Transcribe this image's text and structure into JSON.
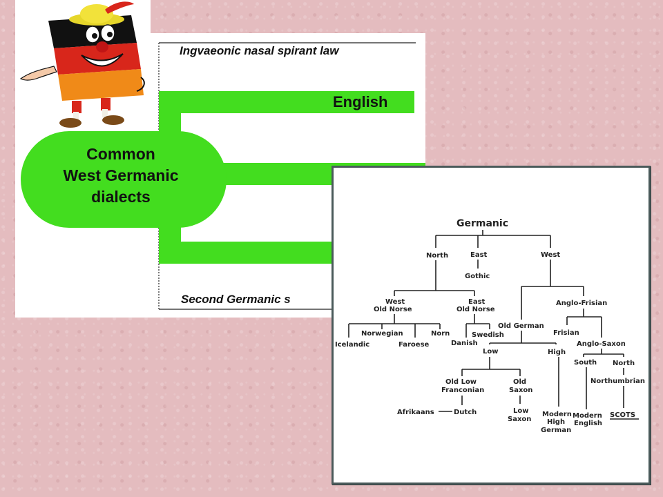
{
  "slide": {
    "west_germanic": {
      "top_law": "Ingvaeonic nasal spirant law",
      "english_label": "English",
      "common_label_lines": [
        "Common",
        "West Germanic",
        "dialects"
      ],
      "bottom_law": "Second Germanic s",
      "colors": {
        "branch_green": "#43dd1f",
        "text": "#111111"
      }
    },
    "mascot": {
      "icon": "german-flag-mascot-icon",
      "colors": [
        "#111111",
        "#d8261b",
        "#f7c51a"
      ]
    },
    "tree": {
      "root": "Germanic",
      "nodes": {
        "north": "North",
        "east": "East",
        "west": "West",
        "gothic": "Gothic",
        "west_old_norse": [
          "West",
          "Old Norse"
        ],
        "east_old_norse": [
          "East",
          "Old Norse"
        ],
        "anglo_frisian": "Anglo-Frisian",
        "icelandic": "Icelandic",
        "norwegian": "Norwegian",
        "faroese": "Faroese",
        "norn": "Norn",
        "swedish": "Swedish",
        "danish": "Danish",
        "old_german": "Old German",
        "frisian": "Frisian",
        "anglo_saxon": "Anglo-Saxon",
        "low": "Low",
        "high": "High",
        "south": "South",
        "north2": "North",
        "old_low_franconian": [
          "Old Low",
          "Franconian"
        ],
        "old_saxon": [
          "Old",
          "Saxon"
        ],
        "northumbrian": "Northumbrian",
        "afrikaans": "Afrikaans",
        "dutch": "Dutch",
        "low_saxon": [
          "Low",
          "Saxon"
        ],
        "modern_high_german": [
          "Modern",
          "High",
          "German"
        ],
        "modern_english": [
          "Modern",
          "English"
        ],
        "scots": "SCOTS"
      }
    }
  }
}
